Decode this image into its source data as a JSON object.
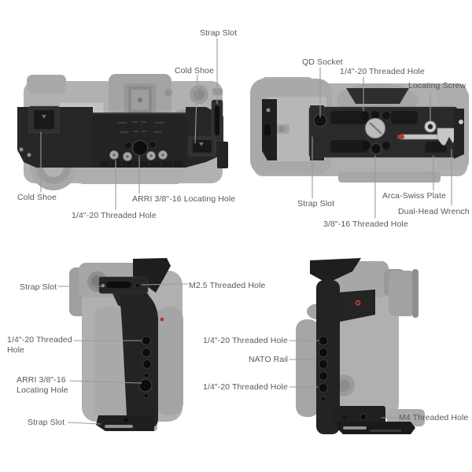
{
  "labels": {
    "top_view": {
      "strap_slot": "Strap Slot",
      "cold_shoe_right": "Cold Shoe",
      "cold_shoe_left": "Cold Shoe",
      "arri_locating_hole": "ARRI 3/8\"-16 Locating Hole",
      "quarter_20_threaded_hole": "1/4\"-20 Threaded Hole"
    },
    "bottom_view": {
      "qd_socket": "QD Socket",
      "quarter_20_threaded_hole": "1/4\"-20 Threaded Hole",
      "locating_screw": "Locating Screw",
      "strap_slot": "Strap Slot",
      "arca_swiss_plate": "Arca-Swiss Plate",
      "dual_head_wrench": "Dual-Head Wrench",
      "three_eighths_16_threaded_hole": "3/8\"-16 Threaded Hole"
    },
    "left_side_view": {
      "strap_slot_top": "Strap Slot",
      "m2_5_threaded_hole": "M2.5 Threaded Hole",
      "quarter_20_threaded_hole": "1/4\"-20 Threaded\nHole",
      "arri_locating_hole": "ARRI 3/8\"-16\nLocating Hole",
      "strap_slot_bottom": "Strap Slot"
    },
    "right_side_view": {
      "quarter_20_threaded_hole_top": "1/4\"-20 Threaded Hole",
      "nato_rail": "NATO Rail",
      "quarter_20_threaded_hole_bottom": "1/4\"-20 Threaded Hole",
      "m4_threaded_hole": "M4 Threaded Hole"
    }
  },
  "colors": {
    "background": "#ffffff",
    "label_text": "#57585a",
    "leader_line": "#9b9b9b",
    "cage_black": "#242424",
    "camera_ghost_gray": "#b1b1b1",
    "silver": "#c7c7c7",
    "accent_red": "#b5392f"
  }
}
